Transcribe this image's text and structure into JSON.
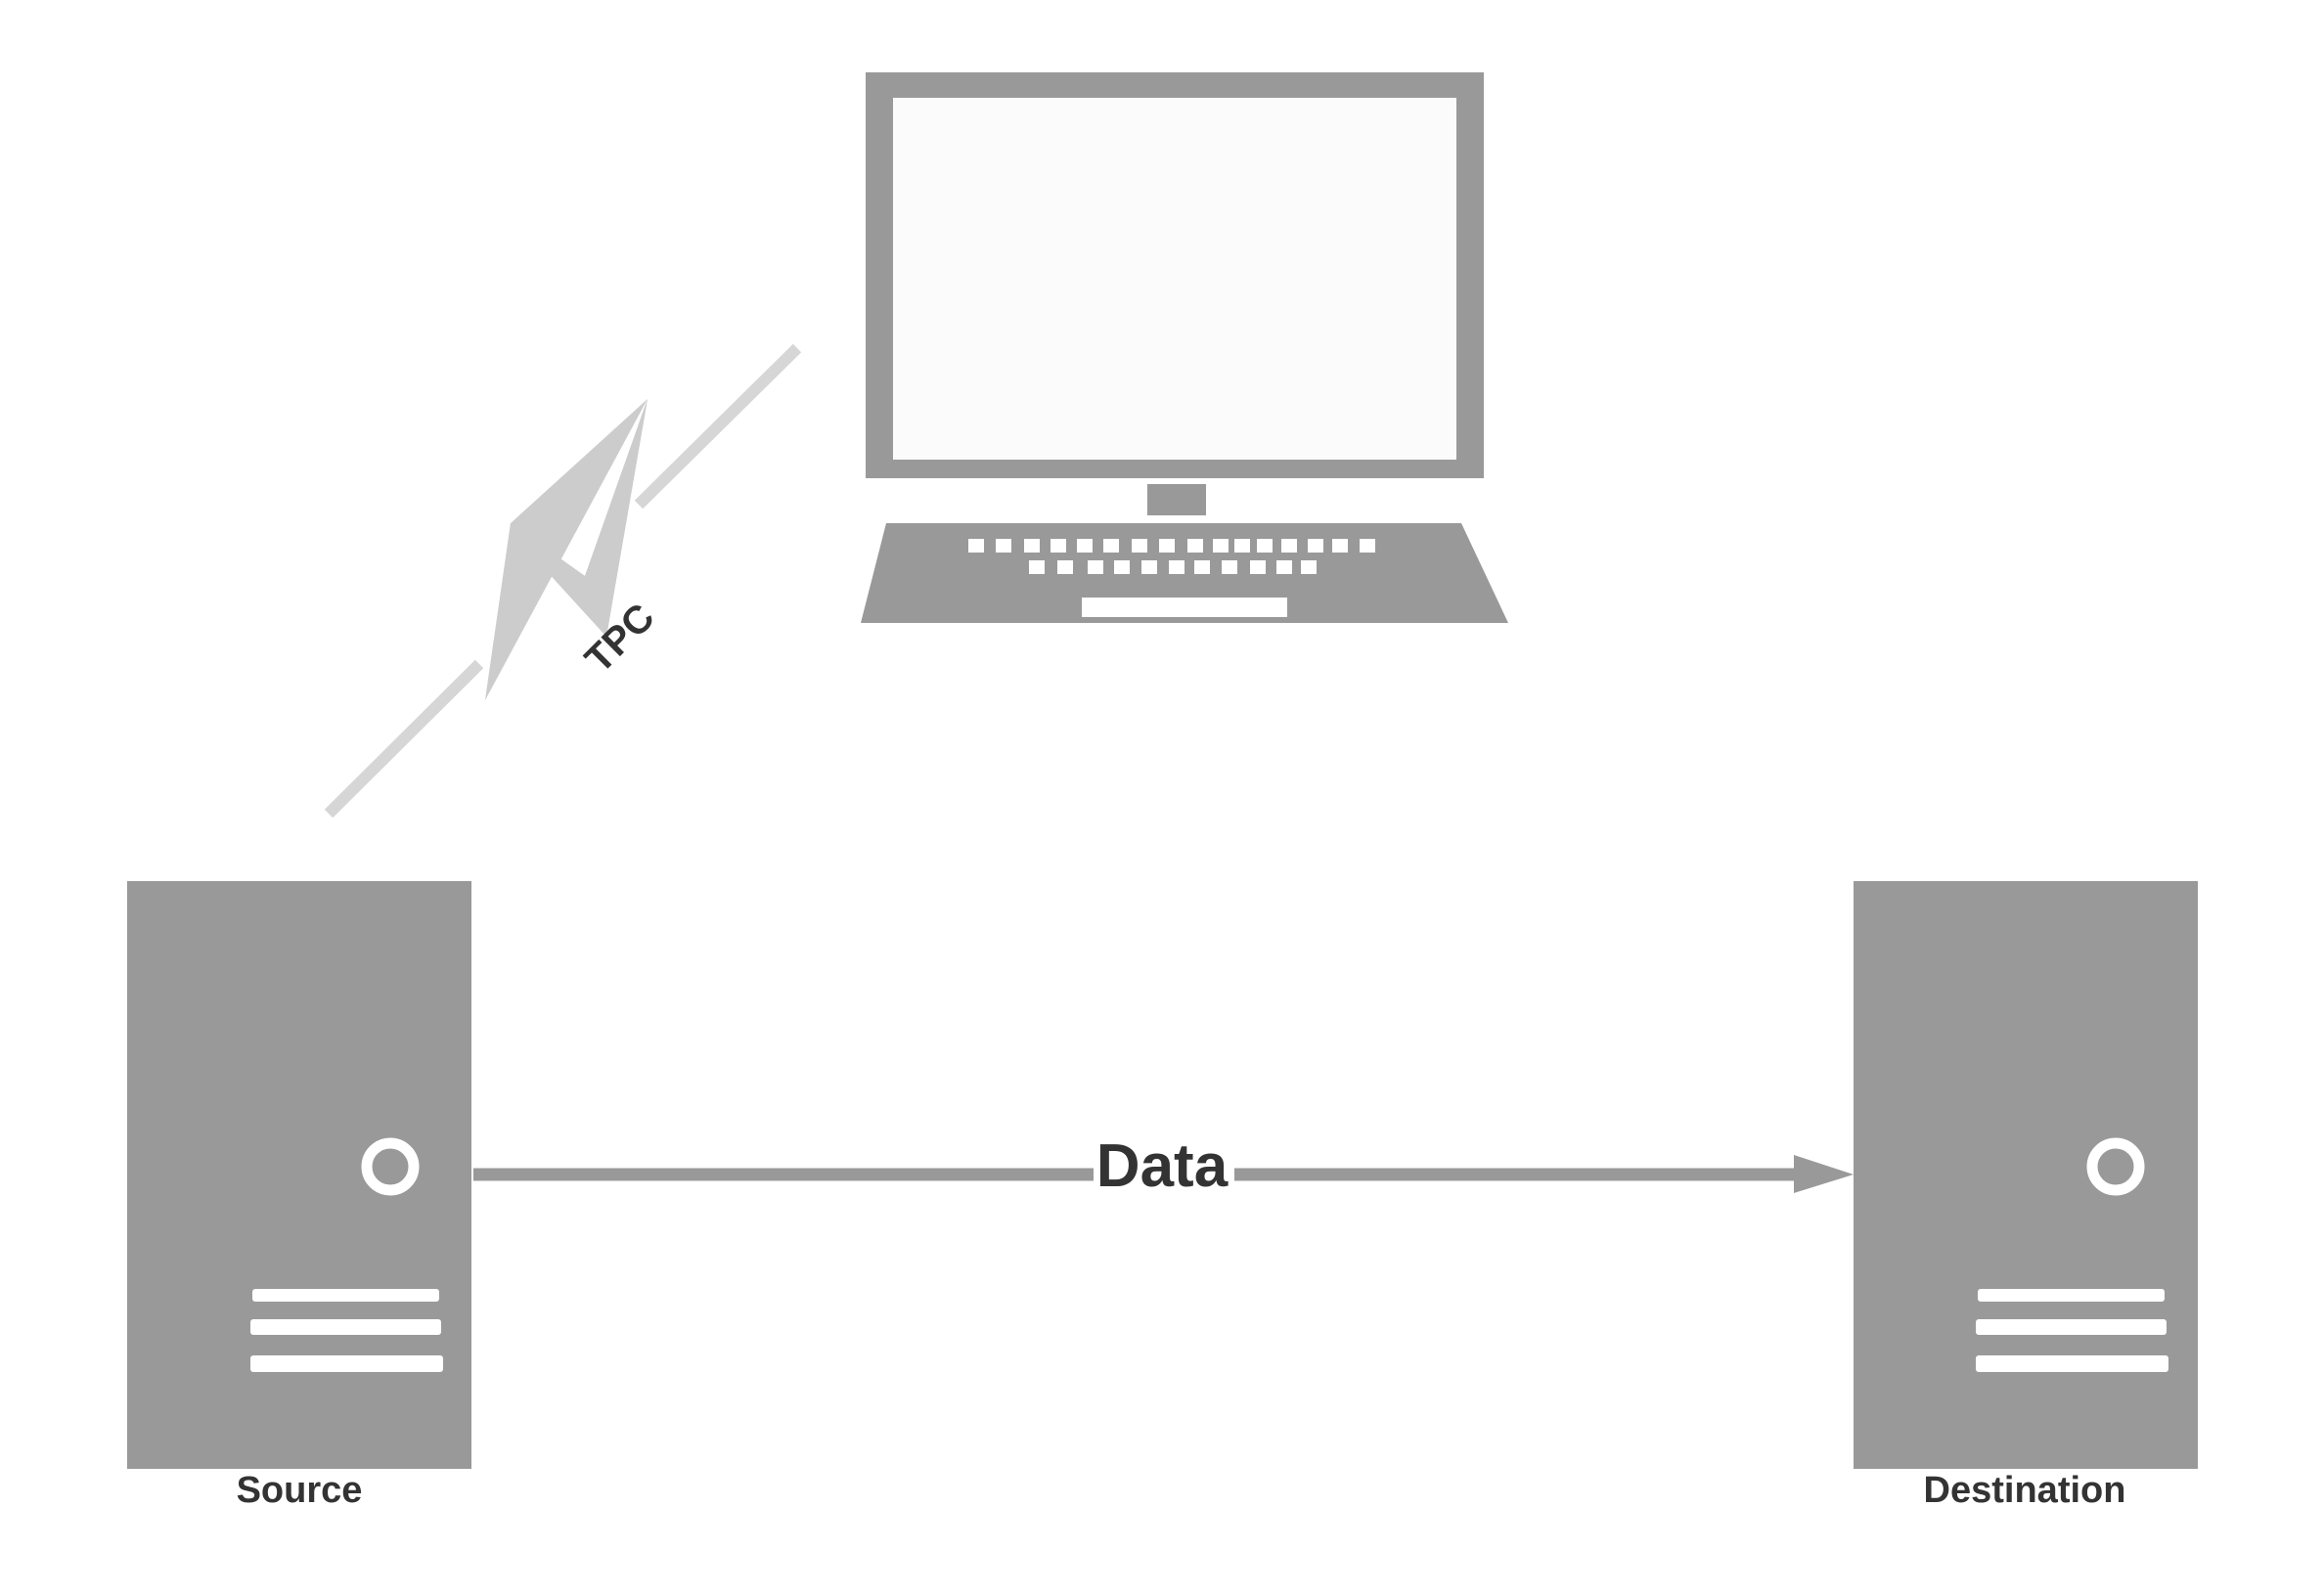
{
  "nodes": {
    "source": {
      "label": "Source",
      "icon": "server-tower-icon"
    },
    "destination": {
      "label": "Destination",
      "icon": "server-tower-icon"
    },
    "client": {
      "icon": "laptop-icon"
    }
  },
  "links": {
    "wireless": {
      "label": "TPC",
      "icon": "lightning-bolt-icon",
      "color": "#d6d6d6"
    },
    "data": {
      "label": "Data",
      "color": "#999999"
    }
  },
  "colors": {
    "device": "#999999",
    "screen": "#fbfbfb",
    "text": "#333333",
    "background": "#ffffff"
  }
}
